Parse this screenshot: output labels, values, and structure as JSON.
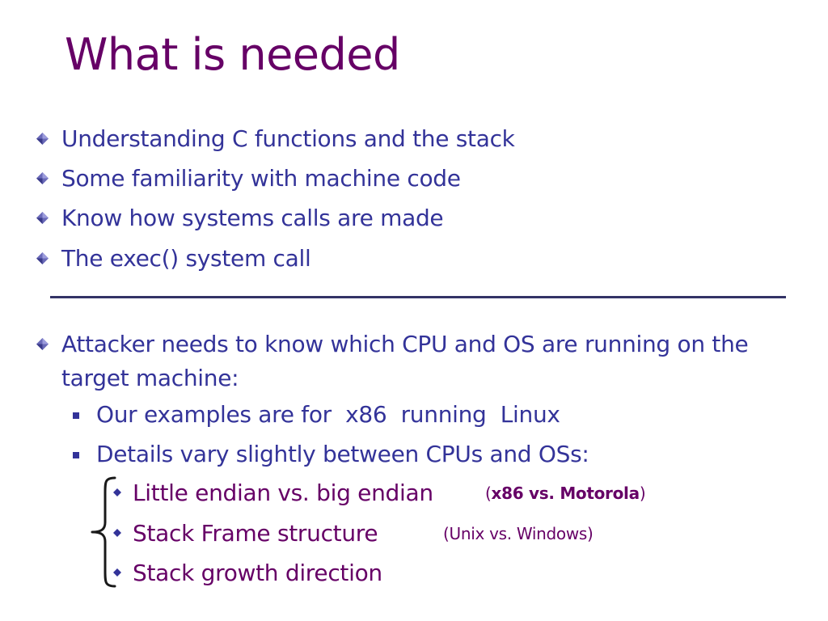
{
  "slide": {
    "title": "What is needed",
    "bullets": [
      "Understanding C functions and the stack",
      "Some familiarity with machine code",
      "Know how systems calls are made",
      "The exec() system call"
    ],
    "attacker_bullet": "Attacker needs to know which CPU and OS are running on the target machine:",
    "sub_bullets": [
      "Our examples are for  x86  running  Linux",
      "Details vary slightly between CPUs and OSs:"
    ],
    "details": [
      {
        "text": "Little endian vs. big endian",
        "note_open": "(",
        "note_bold": "x86 vs. Motorola",
        "note_close": ")"
      },
      {
        "text": "Stack Frame structure",
        "note": "(Unix vs. Windows)"
      },
      {
        "text": "Stack growth direction"
      }
    ]
  },
  "colors": {
    "title": "#660066",
    "body": "#333399",
    "detail": "#660066"
  }
}
